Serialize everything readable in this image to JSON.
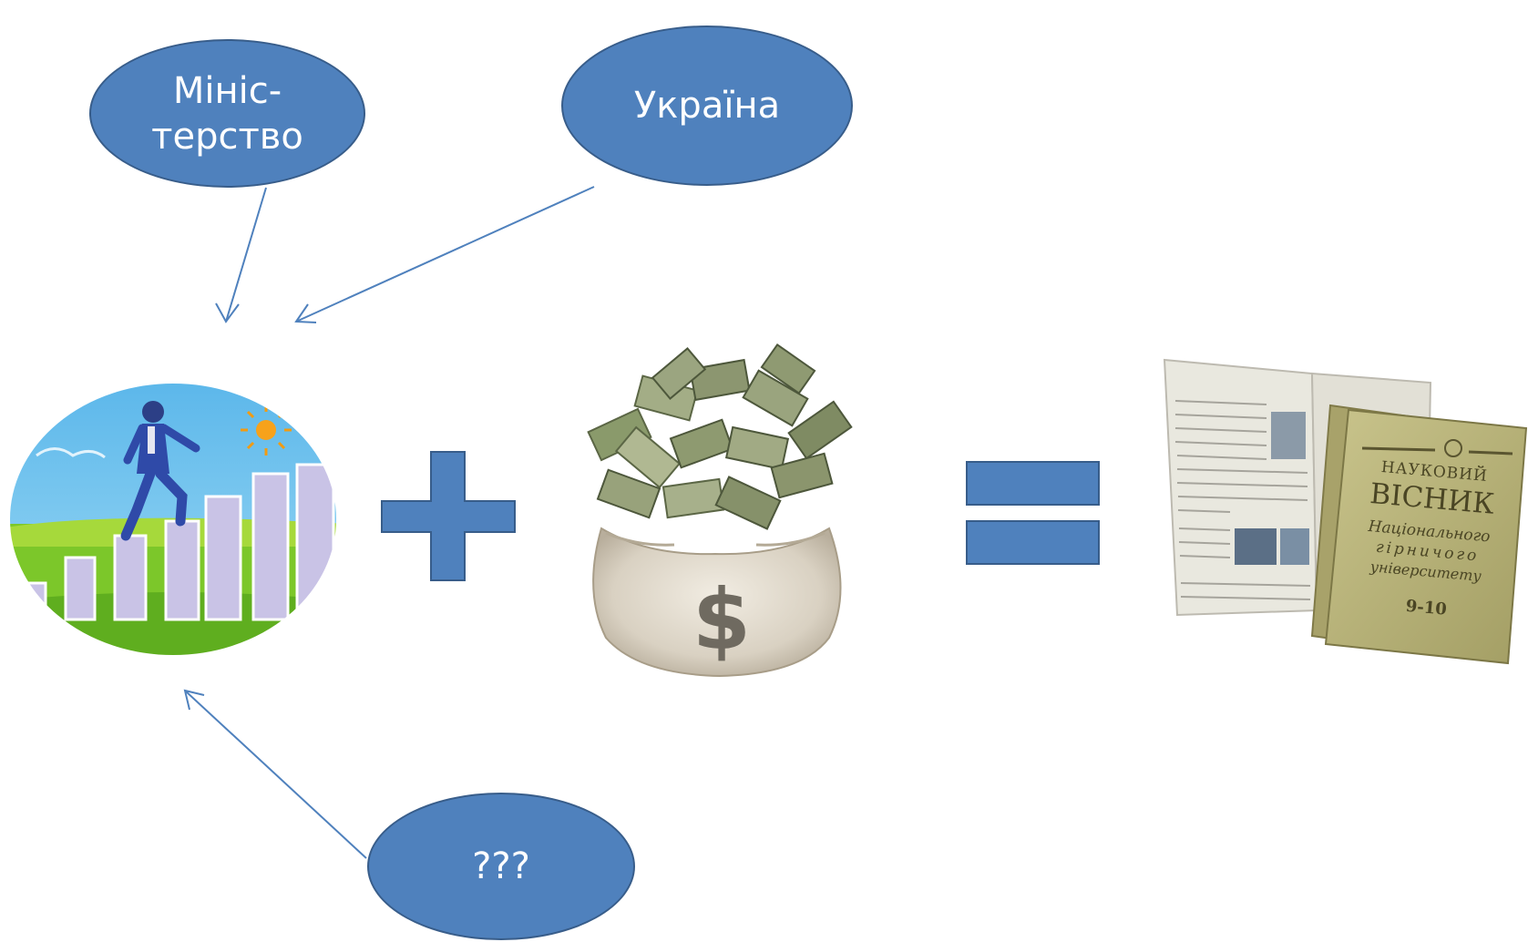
{
  "bubbles": {
    "ministry": {
      "text": "Мініс-\nтерство"
    },
    "ukraine": {
      "text": "Україна"
    },
    "unknown": {
      "text": "???"
    }
  },
  "journal": {
    "cover_title_top": "НАУКОВИЙ",
    "cover_title_main": "ВІСНИК",
    "cover_subtitle_1": "Національного",
    "cover_subtitle_2": "гірничого",
    "cover_subtitle_3": "університету",
    "cover_issue": "9-10"
  },
  "money_bag": {
    "symbol": "$"
  },
  "colors": {
    "shape_fill": "#4f81bd",
    "shape_stroke": "#385d8a",
    "arrow": "#4f81bd",
    "journal_cover": "#b9b47a"
  },
  "icons": {
    "plus": "plus-sign",
    "equals": "equals-sign",
    "growth": "businessman-climbing-bar-chart",
    "money": "money-bag",
    "journal": "scientific-journal"
  }
}
